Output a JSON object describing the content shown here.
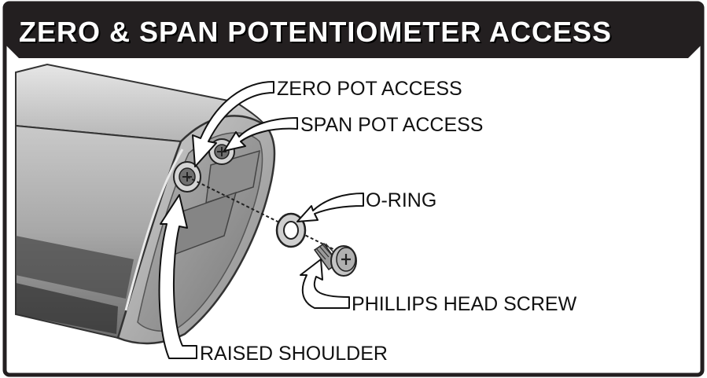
{
  "title": "ZERO & SPAN POTENTIOMETER ACCESS",
  "callouts": {
    "zero_pot": "ZERO POT ACCESS",
    "span_pot": "SPAN POT ACCESS",
    "o_ring": "O-RING",
    "screw": "PHILLIPS HEAD SCREW",
    "shoulder": "RAISED SHOULDER"
  },
  "colors": {
    "banner": "#231f20",
    "border": "#231f20",
    "housing": "#9a9a9a"
  }
}
